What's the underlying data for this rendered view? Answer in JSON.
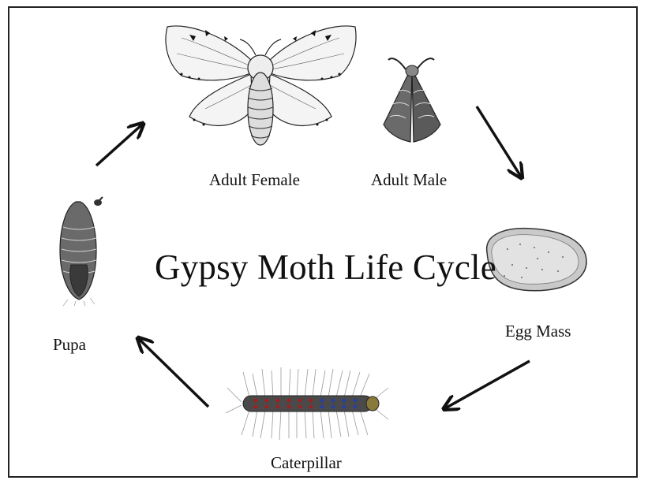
{
  "diagram": {
    "title": "Gypsy Moth Life Cycle",
    "stages": {
      "adult_female": "Adult Female",
      "adult_male": "Adult Male",
      "egg_mass": "Egg Mass",
      "caterpillar": "Caterpillar",
      "pupa": "Pupa"
    }
  }
}
